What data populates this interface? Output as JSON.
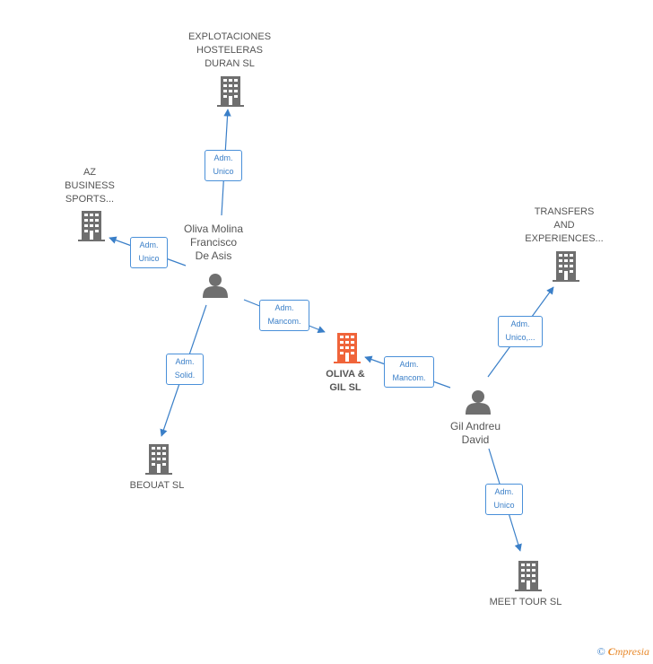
{
  "nodes": {
    "explotaciones": {
      "line1": "EXPLOTACIONES",
      "line2": "HOSTELERAS",
      "line3": "DURAN  SL"
    },
    "az_business": {
      "line1": "AZ",
      "line2": "BUSINESS",
      "line3": "SPORTS..."
    },
    "transfers": {
      "line1": "TRANSFERS",
      "line2": "AND",
      "line3": "EXPERIENCES..."
    },
    "oliva_gil": {
      "line1": "OLIVA &",
      "line2": "GIL  SL"
    },
    "beouat": {
      "line1": "BEOUAT  SL"
    },
    "meet_tour": {
      "line1": "MEET TOUR  SL"
    },
    "oliva_molina": {
      "line1": "Oliva Molina",
      "line2": "Francisco",
      "line3": "De Asis"
    },
    "gil_andreu": {
      "line1": "Gil Andreu",
      "line2": "David"
    }
  },
  "edges": {
    "to_explotaciones": {
      "line1": "Adm.",
      "line2": "Unico"
    },
    "to_az": {
      "line1": "Adm.",
      "line2": "Unico"
    },
    "om_to_oliva_gil": {
      "line1": "Adm.",
      "line2": "Mancom."
    },
    "to_beouat": {
      "line1": "Adm.",
      "line2": "Solid."
    },
    "ga_to_oliva_gil": {
      "line1": "Adm.",
      "line2": "Mancom."
    },
    "to_transfers": {
      "line1": "Adm.",
      "line2": "Unico,..."
    },
    "to_meet_tour": {
      "line1": "Adm.",
      "line2": "Unico"
    }
  },
  "footer": {
    "copyright": "©",
    "brand_initial": "C",
    "brand_rest": "mpresia"
  },
  "colors": {
    "company": "#6f6f6f",
    "focus_company": "#f0643a",
    "person": "#6f6f6f",
    "edge": "#3a7fc8"
  }
}
